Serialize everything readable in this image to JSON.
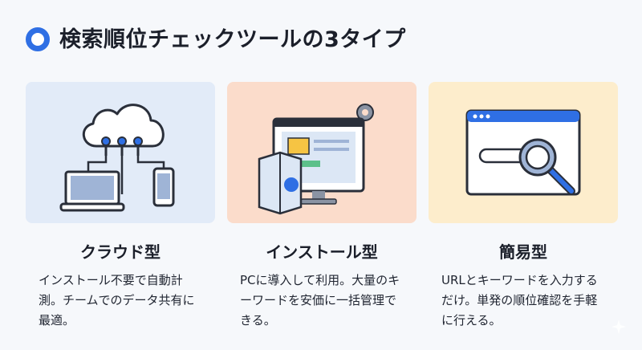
{
  "header": {
    "title": "検索順位チェックツールの3タイプ",
    "icon": "ring-icon",
    "accent": "#2f6fe4"
  },
  "cards": [
    {
      "title": "クラウド型",
      "description": "インストール不要で自動計測。チームでのデータ共有に最適。",
      "icon": "cloud-devices-icon",
      "bg": "#e2ebf8"
    },
    {
      "title": "インストール型",
      "description": "PCに導入して利用。大量のキーワードを安価に一括管理できる。",
      "icon": "desktop-software-icon",
      "bg": "#fbdccb"
    },
    {
      "title": "簡易型",
      "description": "URLとキーワードを入力するだけ。単発の順位確認を手軽に行える。",
      "icon": "browser-search-icon",
      "bg": "#fdedcc"
    }
  ]
}
